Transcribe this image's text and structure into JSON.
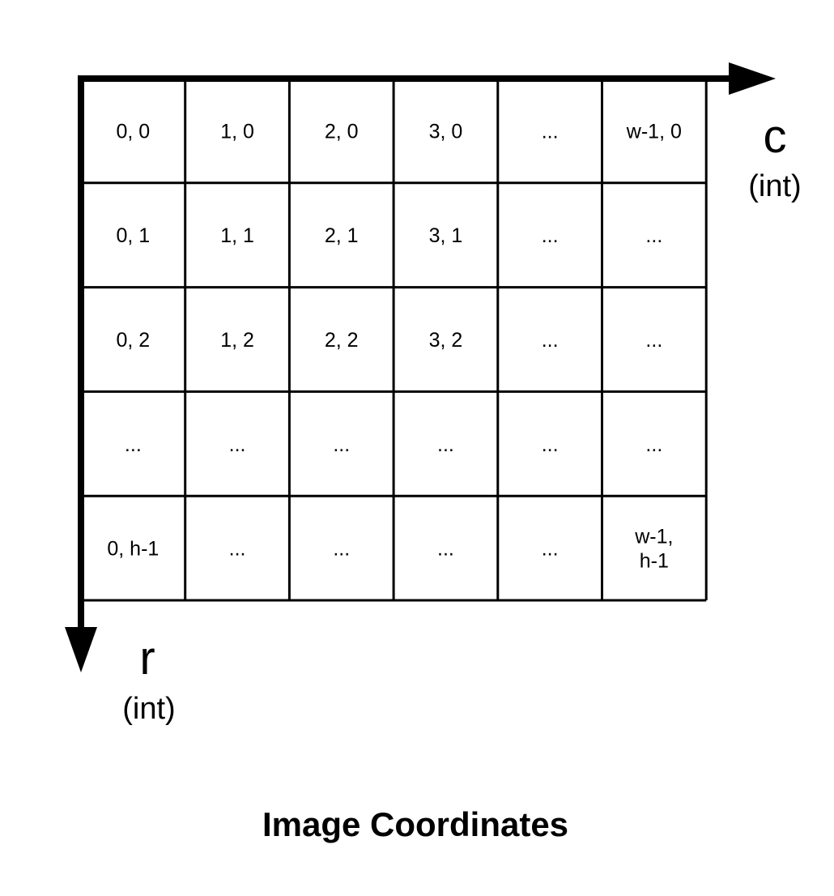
{
  "grid": {
    "rows": [
      [
        "0, 0",
        "1, 0",
        "2, 0",
        "3, 0",
        "...",
        "w-1, 0"
      ],
      [
        "0, 1",
        "1, 1",
        "2, 1",
        "3, 1",
        "...",
        "..."
      ],
      [
        "0, 2",
        "1, 2",
        "2, 2",
        "3, 2",
        "...",
        "..."
      ],
      [
        "...",
        "...",
        "...",
        "...",
        "...",
        "..."
      ],
      [
        "0, h-1",
        "...",
        "...",
        "...",
        "...",
        "w-1,\nh-1"
      ]
    ]
  },
  "axes": {
    "column": {
      "letter": "c",
      "unit": "(int)"
    },
    "row": {
      "letter": "r",
      "unit": "(int)"
    }
  },
  "caption": "Image Coordinates"
}
